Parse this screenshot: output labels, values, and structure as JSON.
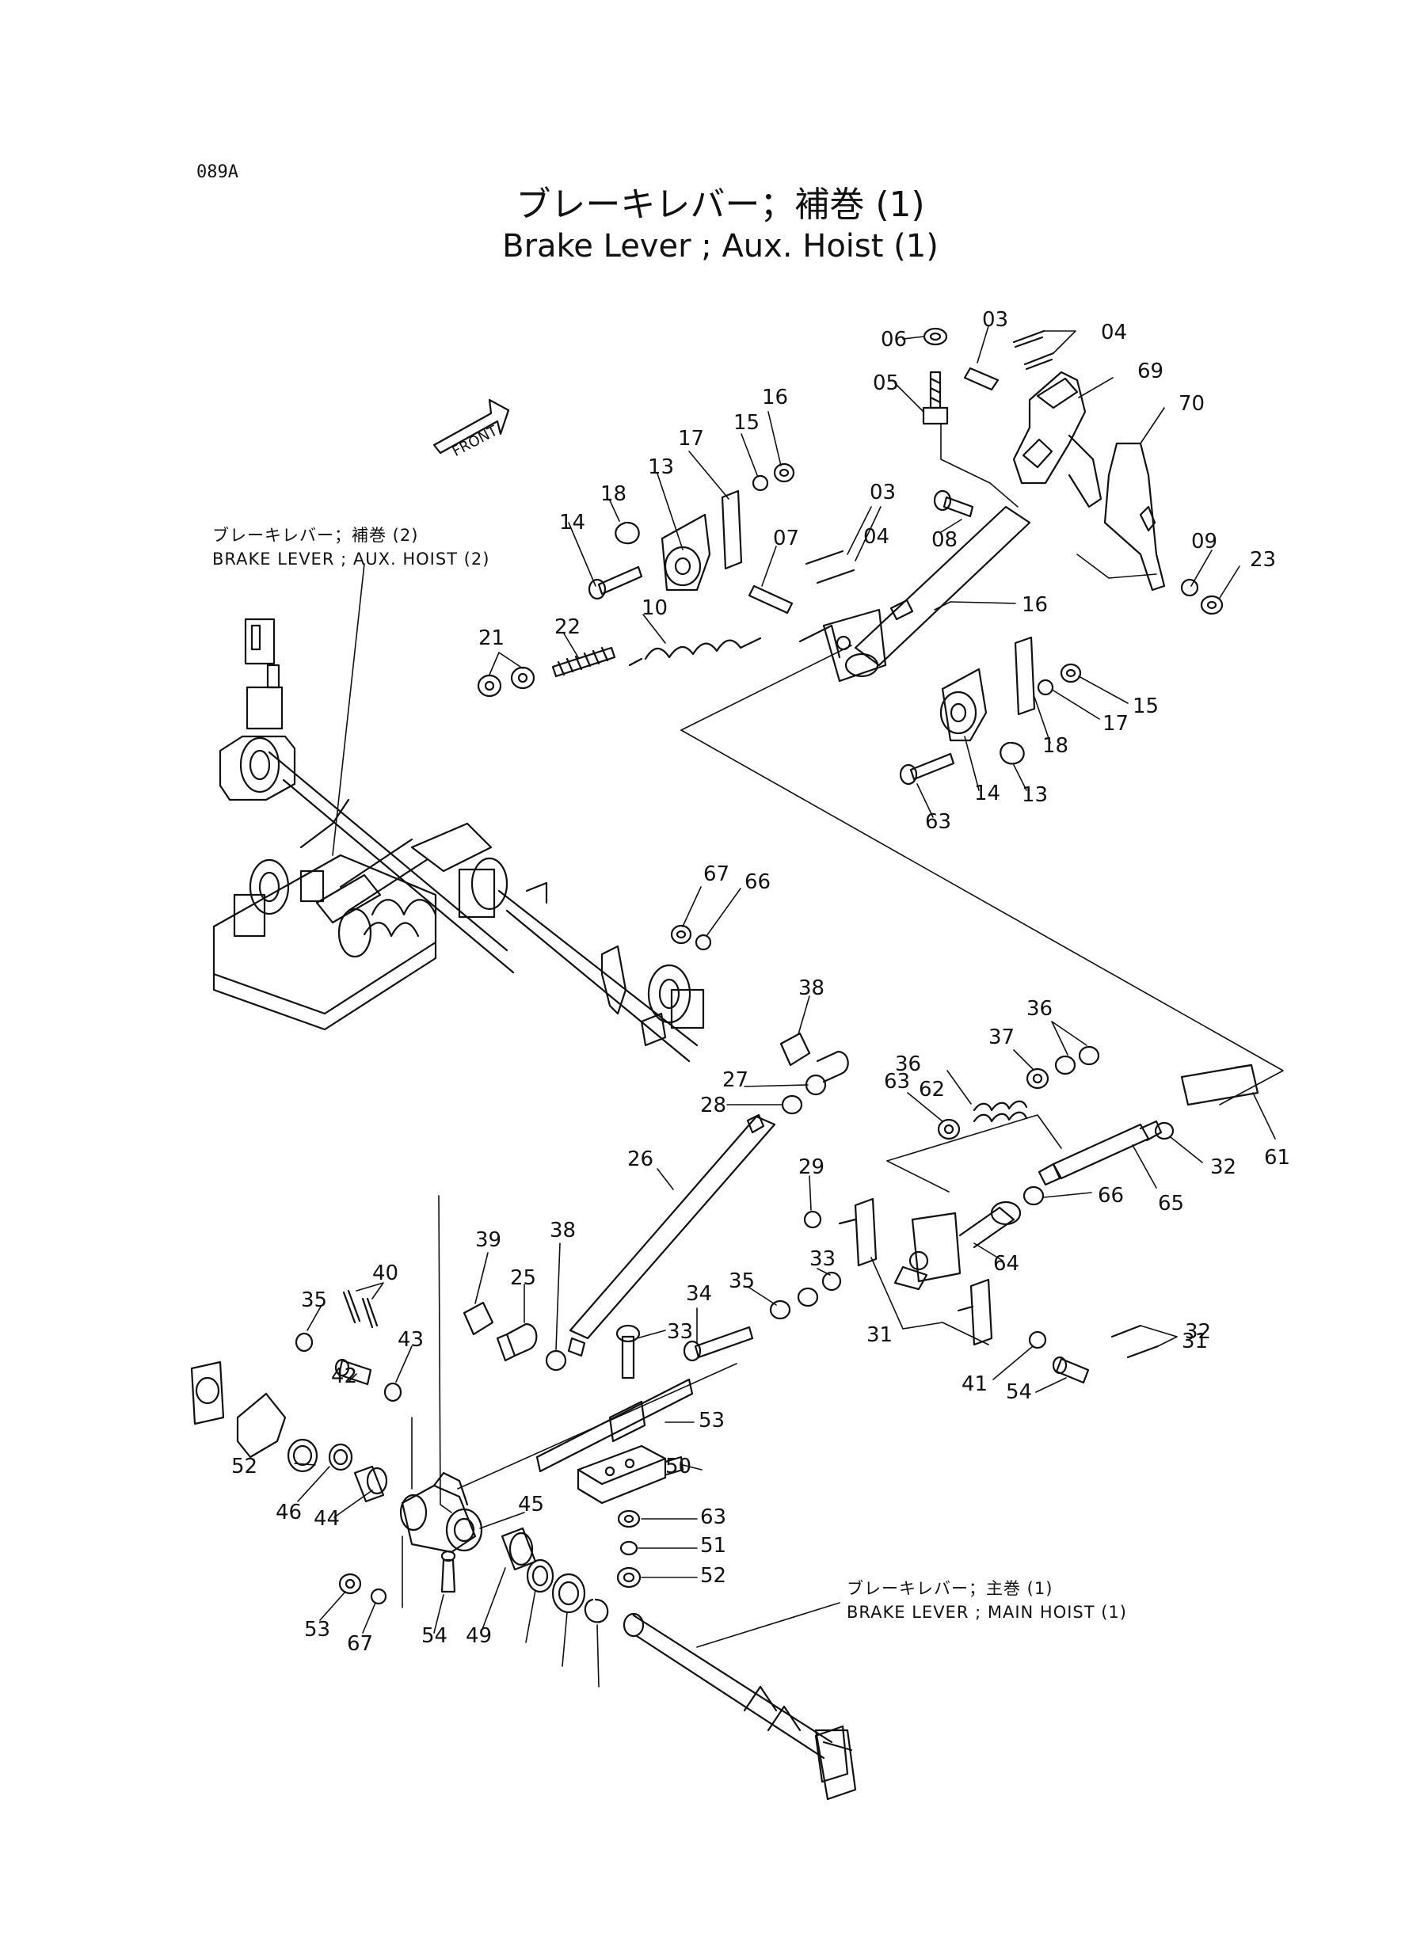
{
  "page_code": "089A",
  "title": {
    "jp": "ブレーキレバー；補巻 (1)",
    "en": "Brake Lever ; Aux. Hoist (1)"
  },
  "front_tag": "FRONT",
  "references": [
    {
      "id": "aux2",
      "jp": "ブレーキレバー；補巻 (2)",
      "en": "BRAKE LEVER ; AUX. HOIST (2)"
    },
    {
      "id": "main1",
      "jp": "ブレーキレバー；主巻 (1)",
      "en": "BRAKE LEVER ; MAIN HOIST (1)"
    }
  ],
  "callouts": [
    "06",
    "03",
    "04",
    "05",
    "69",
    "70",
    "16",
    "15",
    "17",
    "18",
    "13",
    "14",
    "03",
    "04",
    "07",
    "08",
    "09",
    "23",
    "21",
    "22",
    "10",
    "16",
    "15",
    "17",
    "18",
    "13",
    "14",
    "63",
    "67",
    "66",
    "38",
    "36",
    "37",
    "36",
    "62",
    "63",
    "27",
    "28",
    "61",
    "32",
    "26",
    "29",
    "65",
    "66",
    "64",
    "38",
    "39",
    "25",
    "35",
    "33",
    "35",
    "40",
    "43",
    "34",
    "33",
    "32",
    "31",
    "31",
    "41",
    "54",
    "42",
    "53",
    "52",
    "50",
    "46",
    "44",
    "45",
    "63",
    "51",
    "52",
    "53",
    "54",
    "67",
    "49"
  ]
}
